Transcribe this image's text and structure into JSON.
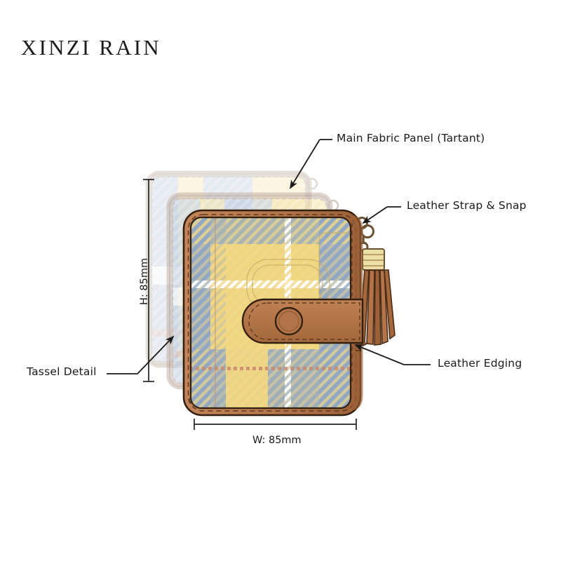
{
  "brand": {
    "name": "XINZI RAIN"
  },
  "product": {
    "type": "bifold-wallet",
    "colors": {
      "tartan_yellow": "#EFD57F",
      "tartan_yellow_light": "#F2DC95",
      "tartan_blue": "#92A7C2",
      "tartan_blue_light": "#AFC0D6",
      "tartan_white": "#FFFFFF",
      "tartan_rust": "#C98A6E",
      "leather_brown": "#B3744A",
      "leather_brown_dark": "#8C5633",
      "leather_outline": "#3B2415",
      "hardware_gold": "#C9A86A",
      "tassel_cap": "#EADFA4",
      "ghost_layer": "#C9B5A6"
    }
  },
  "annotations": [
    {
      "id": "main-fabric-panel",
      "label": "Main Fabric Panel (Tartant)"
    },
    {
      "id": "leather-strap-snap",
      "label": "Leather Strap & Snap"
    },
    {
      "id": "leather-edging",
      "label": "Leather Edging"
    },
    {
      "id": "tassel-detail",
      "label": "Tassel Detail"
    }
  ],
  "dimensions": {
    "height": {
      "label": "H: 85mm",
      "value": 85,
      "unit": "mm"
    },
    "width": {
      "label": "W: 85mm",
      "value": 85,
      "unit": "mm"
    }
  }
}
